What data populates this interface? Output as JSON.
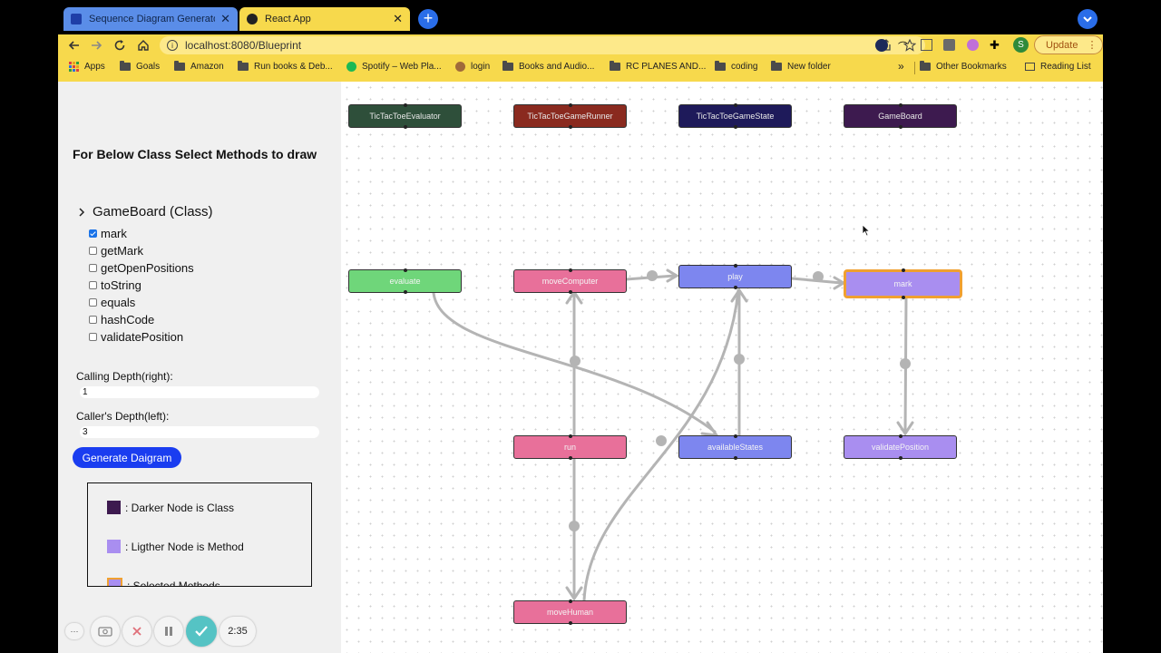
{
  "tabs": [
    {
      "label": "Sequence Diagram Generator",
      "active": false
    },
    {
      "label": "React App",
      "active": true
    }
  ],
  "address": {
    "url": "localhost:8080/Blueprint"
  },
  "toolbar": {
    "update_label": "Update",
    "profile_initial": "S"
  },
  "bookmarks": [
    {
      "label": "Apps",
      "icon": "apps-grid-icon"
    },
    {
      "label": "Goals",
      "icon": "folder-icon"
    },
    {
      "label": "Amazon",
      "icon": "folder-icon"
    },
    {
      "label": "Run books & Deb...",
      "icon": "folder-icon"
    },
    {
      "label": "Spotify – Web Pla...",
      "icon": "spotify-icon"
    },
    {
      "label": "login",
      "icon": "monkey-icon"
    },
    {
      "label": "Books and Audio...",
      "icon": "folder-icon"
    },
    {
      "label": "RC PLANES AND...",
      "icon": "folder-icon"
    },
    {
      "label": "coding",
      "icon": "folder-icon"
    },
    {
      "label": "New folder",
      "icon": "folder-icon"
    }
  ],
  "bookmarks_right": {
    "more": "»",
    "other": "Other Bookmarks",
    "reading": "Reading List"
  },
  "panel": {
    "heading": "For Below Class Select Methods to draw",
    "class_label": "GameBoard (Class)",
    "methods": [
      {
        "label": "mark",
        "checked": true
      },
      {
        "label": "getMark",
        "checked": false
      },
      {
        "label": "getOpenPositions",
        "checked": false
      },
      {
        "label": "toString",
        "checked": false
      },
      {
        "label": "equals",
        "checked": false
      },
      {
        "label": "hashCode",
        "checked": false
      },
      {
        "label": "validatePosition",
        "checked": false
      }
    ],
    "calling_depth_label": "Calling Depth(right):",
    "calling_depth_value": "1",
    "caller_depth_label": "Caller's Depth(left):",
    "caller_depth_value": "3",
    "generate_label": "Generate Daigram",
    "legend": [
      {
        "label": ": Darker Node is Class",
        "color": "#3d1a4f"
      },
      {
        "label": ": Ligther Node is Method",
        "color": "#a98ef0"
      },
      {
        "label": ": Selected Methods",
        "color": "#a98ef0"
      }
    ]
  },
  "diagram": {
    "classes": [
      {
        "id": "TicTacToeEvaluator",
        "label": "TicTacToeEvaluator",
        "color": "#2e4f3a"
      },
      {
        "id": "TicTacToeGameRunner",
        "label": "TicTacToeGameRunner",
        "color": "#8a2a1f"
      },
      {
        "id": "TicTacToeGameState",
        "label": "TicTacToeGameState",
        "color": "#1e1a5a"
      },
      {
        "id": "GameBoard",
        "label": "GameBoard",
        "color": "#3d1a4f"
      }
    ],
    "methods": [
      {
        "id": "evaluate",
        "label": "evaluate",
        "color": "#6fd67a"
      },
      {
        "id": "moveComputer",
        "label": "moveComputer",
        "color": "#e8709a"
      },
      {
        "id": "play",
        "label": "play",
        "color": "#7d86ef"
      },
      {
        "id": "mark",
        "label": "mark",
        "color": "#a98ef0",
        "selected": true
      },
      {
        "id": "run",
        "label": "run",
        "color": "#e8709a"
      },
      {
        "id": "availableStates",
        "label": "availableStates",
        "color": "#7d86ef"
      },
      {
        "id": "validatePosition",
        "label": "validatePosition",
        "color": "#a98ef0"
      },
      {
        "id": "moveHuman",
        "label": "moveHuman",
        "color": "#e8709a"
      }
    ],
    "selected_border": "#f0a030"
  },
  "recorder": {
    "time": "2:35",
    "more": "···",
    "accent": "#55c3c4"
  }
}
